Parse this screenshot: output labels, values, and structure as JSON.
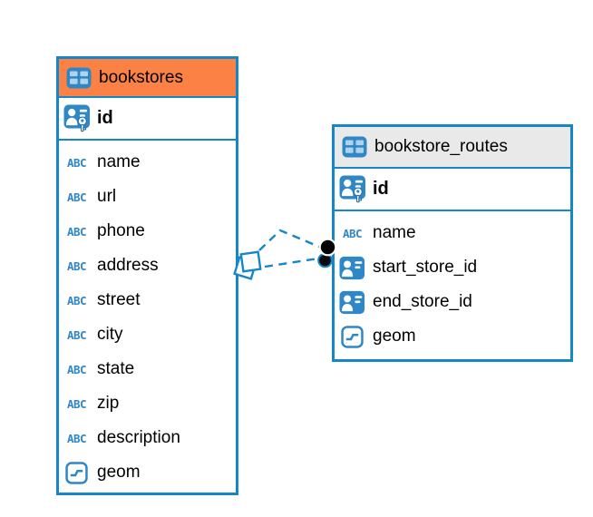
{
  "colors": {
    "accent_blue": "#1587C9",
    "icon_blue": "#2E87C6",
    "bookstores_header": "#FB8144",
    "routes_header": "#E9E9E9",
    "canvas_background": "#FFFFFF",
    "text": "#000000",
    "marker_black": "#000000"
  },
  "icons": {
    "abc_label": "ABC"
  },
  "tables": [
    {
      "title": "bookstores",
      "header_color": "#FB8144",
      "header_icon": "table-icon",
      "primary_key": {
        "label": "id",
        "icon": "person-key-icon"
      },
      "fields": [
        {
          "label": "name",
          "icon": "abc-icon"
        },
        {
          "label": "url",
          "icon": "abc-icon"
        },
        {
          "label": "phone",
          "icon": "abc-icon"
        },
        {
          "label": "address",
          "icon": "abc-icon"
        },
        {
          "label": "street",
          "icon": "abc-icon"
        },
        {
          "label": "city",
          "icon": "abc-icon"
        },
        {
          "label": "state",
          "icon": "abc-icon"
        },
        {
          "label": "zip",
          "icon": "abc-icon"
        },
        {
          "label": "description",
          "icon": "abc-icon"
        },
        {
          "label": "geom",
          "icon": "geometry-icon"
        }
      ]
    },
    {
      "title": "bookstore_routes",
      "header_color": "#E9E9E9",
      "header_icon": "table-icon",
      "primary_key": {
        "label": "id",
        "icon": "person-key-icon"
      },
      "fields": [
        {
          "label": "name",
          "icon": "abc-icon"
        },
        {
          "label": "start_store_id",
          "icon": "person-icon"
        },
        {
          "label": "end_store_id",
          "icon": "person-icon"
        },
        {
          "label": "geom",
          "icon": "geometry-icon"
        }
      ]
    }
  ],
  "relationship": {
    "from_table": "bookstore_routes",
    "to_table": "bookstores",
    "line_style": "dashed",
    "line_count": 2,
    "source_marker": "stacked-squares",
    "target_marker": "black-dots"
  }
}
